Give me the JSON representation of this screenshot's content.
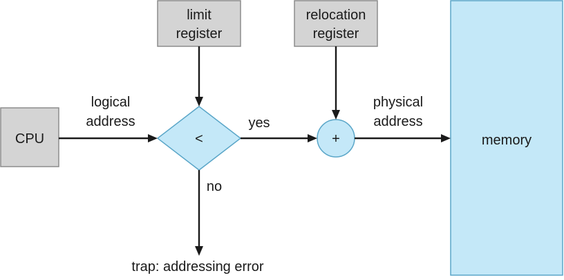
{
  "nodes": {
    "cpu": {
      "label": "CPU"
    },
    "limit_register": {
      "label_line1": "limit",
      "label_line2": "register"
    },
    "relocation_register": {
      "label_line1": "relocation",
      "label_line2": "register"
    },
    "comparator": {
      "symbol": "<"
    },
    "adder": {
      "symbol": "+"
    },
    "memory": {
      "label": "memory"
    }
  },
  "edge_labels": {
    "logical_address_line1": "logical",
    "logical_address_line2": "address",
    "yes": "yes",
    "no": "no",
    "physical_address_line1": "physical",
    "physical_address_line2": "address",
    "trap": "trap: addressing error"
  },
  "colors": {
    "register_fill": "#d4d4d4",
    "memory_fill": "#c4e8f8",
    "decision_fill": "#c4e8f8"
  }
}
